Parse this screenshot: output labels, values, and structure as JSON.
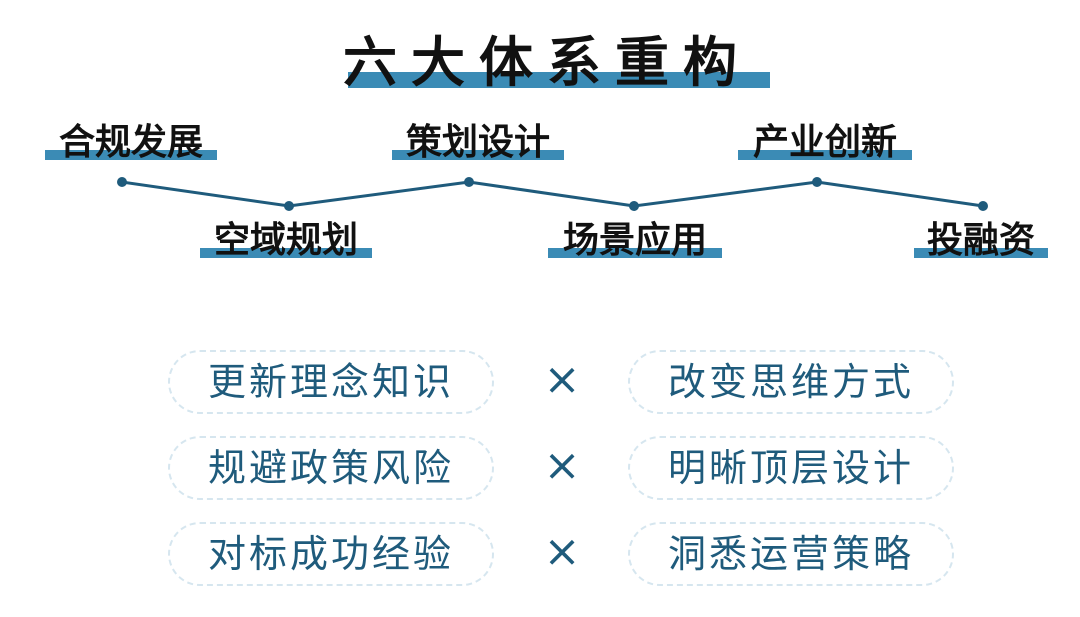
{
  "title": "六大体系重构",
  "colors": {
    "accent": "#3b8bb5",
    "pill_text": "#1f5b7c",
    "pill_border": "#d6e6ef"
  },
  "systems": [
    "合规发展",
    "空域规划",
    "策划设计",
    "场景应用",
    "产业创新",
    "投融资"
  ],
  "pairs": [
    {
      "left": "更新理念知识",
      "operator": "×",
      "right": "改变思维方式"
    },
    {
      "left": "规避政策风险",
      "operator": "×",
      "right": "明晰顶层设计"
    },
    {
      "left": "对标成功经验",
      "operator": "×",
      "right": "洞悉运营策略"
    }
  ]
}
